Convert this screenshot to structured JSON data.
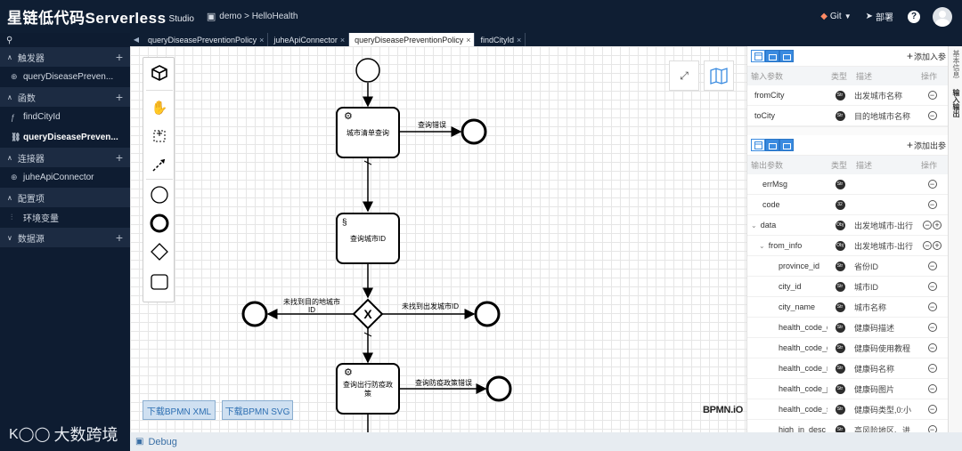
{
  "header": {
    "app_name": "星链低代码Serverless",
    "app_sub": "Studio",
    "project_path": "demo > HelloHealth",
    "git_label": "Git",
    "deploy_label": "部署",
    "help_label": "?"
  },
  "sidebar": {
    "search_icon": "search-icon",
    "sections": [
      {
        "title": "触发器",
        "items": [
          {
            "label": "queryDiseasePreven...",
            "icon": "globe-icon"
          }
        ]
      },
      {
        "title": "函数",
        "items": [
          {
            "label": "findCityId",
            "icon": "function-icon"
          },
          {
            "label": "queryDiseasePreven...",
            "icon": "flow-icon"
          }
        ]
      },
      {
        "title": "连接器",
        "items": [
          {
            "label": "juheApiConnector",
            "icon": "globe-icon"
          }
        ]
      },
      {
        "title": "配置项",
        "items": [
          {
            "label": "环境变量",
            "icon": "sliders-icon"
          }
        ]
      },
      {
        "title": "数据源",
        "items": []
      }
    ],
    "watermark": "大数跨境"
  },
  "tabs": [
    {
      "label": "queryDiseasePreventionPolicy",
      "active": false
    },
    {
      "label": "juheApiConnector",
      "active": false
    },
    {
      "label": "queryDiseasePreventionPolicy",
      "active": true
    },
    {
      "label": "findCityId",
      "active": false
    }
  ],
  "canvas": {
    "task1": "城市清单查询",
    "flow_error1": "查询错误",
    "task2": "查询城市ID",
    "gateway_label": "X",
    "flow_left_1": "未找到目的地城市",
    "flow_left_2": "ID",
    "flow_right": "未找到出发城市ID",
    "task3_1": "查询出行防疫政",
    "task3_2": "策",
    "flow_error3": "查询防疫政策错误",
    "download_xml": "下载BPMN XML",
    "download_svg": "下载BPMN SVG",
    "bpmn_io": "BPMN.iO"
  },
  "debug": {
    "label": "Debug"
  },
  "params": {
    "input_add": "添加入参",
    "output_add": "添加出参",
    "input_headers": [
      "输入参数",
      "类型",
      "描述",
      "操作"
    ],
    "output_headers": [
      "输出参数",
      "类型",
      "描述",
      "操作"
    ],
    "inputs": [
      {
        "name": "fromCity",
        "type": "Str",
        "desc": "出发城市名称"
      },
      {
        "name": "toCity",
        "type": "Str",
        "desc": "目的地城市名称"
      }
    ],
    "outputs": [
      {
        "name": "errMsg",
        "type": "Str",
        "desc": "",
        "indent": 0,
        "caret": ""
      },
      {
        "name": "code",
        "type": "32",
        "desc": "",
        "indent": 0,
        "caret": ""
      },
      {
        "name": "data",
        "type": "Obj",
        "desc": "出发地城市-出行",
        "indent": 0,
        "caret": "⌄"
      },
      {
        "name": "from_info",
        "type": "Obj",
        "desc": "出发地城市-出行",
        "indent": 1,
        "caret": "⌄"
      },
      {
        "name": "province_id",
        "type": "Str",
        "desc": "省份ID",
        "indent": 2,
        "caret": ""
      },
      {
        "name": "city_id",
        "type": "Str",
        "desc": "城市ID",
        "indent": 2,
        "caret": ""
      },
      {
        "name": "city_name",
        "type": "Str",
        "desc": "城市名称",
        "indent": 2,
        "caret": ""
      },
      {
        "name": "health_code_de",
        "type": "Str",
        "desc": "健康码描述",
        "indent": 2,
        "caret": ""
      },
      {
        "name": "health_code_gi",
        "type": "Str",
        "desc": "健康码使用教程",
        "indent": 2,
        "caret": ""
      },
      {
        "name": "health_code_na",
        "type": "Str",
        "desc": "健康码名称",
        "indent": 2,
        "caret": ""
      },
      {
        "name": "health_code_pi",
        "type": "Str",
        "desc": "健康码图片",
        "indent": 2,
        "caret": ""
      },
      {
        "name": "health_code_sty",
        "type": "Str",
        "desc": "健康码类型,0:小",
        "indent": 2,
        "caret": ""
      },
      {
        "name": "high_in_desc",
        "type": "Str",
        "desc": "高风险地区、进",
        "indent": 2,
        "caret": ""
      }
    ]
  },
  "side_tabs": [
    "基本信息",
    "输入输出"
  ]
}
